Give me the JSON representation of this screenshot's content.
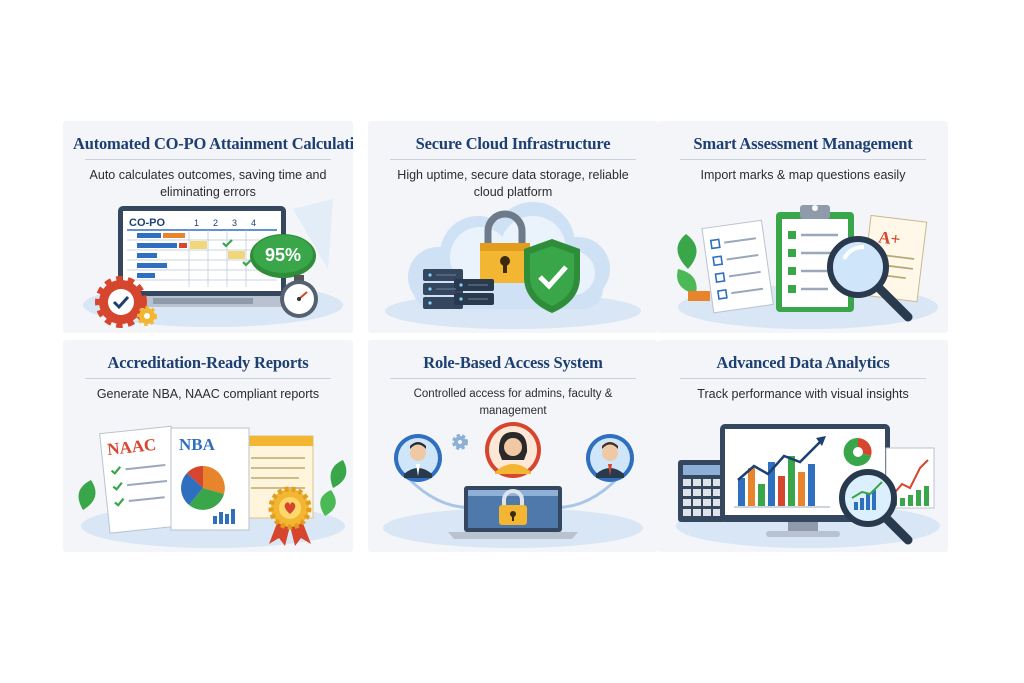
{
  "cards": [
    {
      "title": "Automated CO-PO Attainment Calculation",
      "description": "Auto calculates outcomes, saving time and eliminating errors",
      "icons": [
        "laptop-icon",
        "gear-icon",
        "stopwatch-icon",
        "table-icon"
      ],
      "table_header": "CO-PO",
      "table_columns": [
        "1",
        "2",
        "3",
        "4"
      ],
      "badge_text": "95%"
    },
    {
      "title": "Secure Cloud Infrastructure",
      "description": "High uptime, secure data storage, reliable cloud platform",
      "icons": [
        "cloud-icon",
        "padlock-icon",
        "shield-check-icon",
        "server-icon"
      ]
    },
    {
      "title": "Smart Assessment Management",
      "description": "Import marks & map questions easily",
      "icons": [
        "clipboard-icon",
        "checklist-icon",
        "magnifier-icon",
        "grade-paper-icon"
      ],
      "grade_text": "A+"
    },
    {
      "title": "Accreditation-Ready Reports",
      "description": "Generate NBA, NAAC compliant reports",
      "icons": [
        "report-icon",
        "pie-chart-icon",
        "award-badge-icon",
        "leaf-icon"
      ],
      "report_labels": [
        "NAAC",
        "NBA"
      ]
    },
    {
      "title": "Role-Based Access System",
      "description": "Controlled access for admins, faculty & management",
      "icons": [
        "user-avatar-icon",
        "padlock-icon",
        "laptop-icon",
        "gear-icon"
      ]
    },
    {
      "title": "Advanced Data Analytics",
      "description": "Track performance with visual insights",
      "icons": [
        "monitor-icon",
        "bar-chart-icon",
        "magnifier-icon",
        "calculator-icon"
      ]
    }
  ],
  "colors": {
    "title": "#1e3f72",
    "card_bg": "#f3f5f8",
    "accent_blue": "#2f6fbf",
    "accent_green": "#3aa64a",
    "accent_orange": "#e8842c",
    "accent_red": "#d6452e",
    "gold": "#f2b632"
  }
}
